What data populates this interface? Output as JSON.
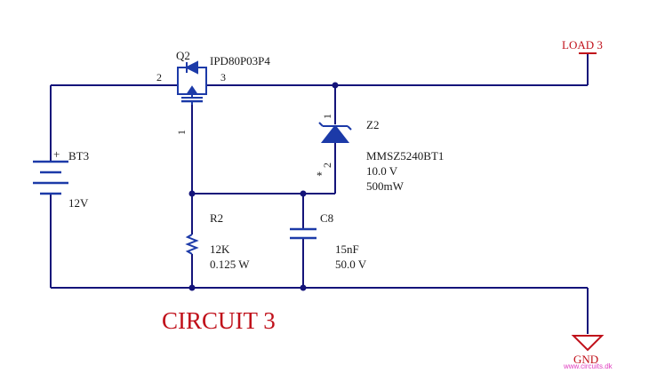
{
  "title": "CIRCUIT 3",
  "watermark": "www.circuits.dk",
  "colors": {
    "wire": "#14147a",
    "component": "#1c3aa8",
    "net": "#c0101a"
  },
  "nets": {
    "load": "LOAD 3",
    "ground": "GND"
  },
  "q2": {
    "ref": "Q2",
    "part": "IPD80P03P4",
    "pin_gate": "1",
    "pin_drain": "2",
    "pin_source": "3"
  },
  "bt3": {
    "ref": "BT3",
    "plus": "+",
    "value": "12V"
  },
  "z2": {
    "ref": "Z2",
    "part": "MMSZ5240BT1",
    "voltage": "10.0 V",
    "power": "500mW",
    "pin1": "1",
    "pin2": "2",
    "mark": "*"
  },
  "r2": {
    "ref": "R2",
    "value": "12K",
    "power": "0.125 W"
  },
  "c8": {
    "ref": "C8",
    "value": "15nF",
    "voltage": "50.0 V"
  }
}
